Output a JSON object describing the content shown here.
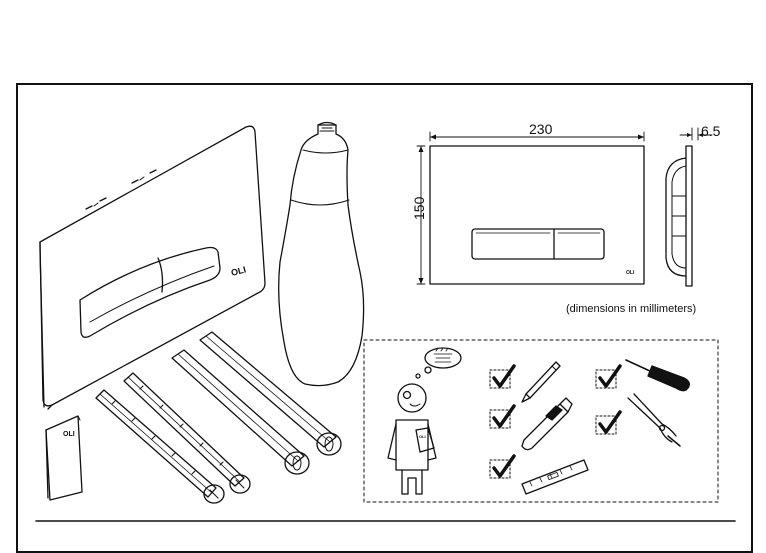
{
  "dimensions": {
    "width": "230",
    "height": "150",
    "depth": "6.5",
    "note": "(dimensions in millimeters)"
  },
  "logos": {
    "brand": "OLI"
  },
  "colors": {
    "line": "#111111",
    "background": "#ffffff"
  },
  "tools": [
    {
      "name": "pencil-icon",
      "checked": true
    },
    {
      "name": "screwdriver-icon",
      "checked": true
    },
    {
      "name": "utility-knife-icon",
      "checked": true
    },
    {
      "name": "pliers-icon",
      "checked": true
    },
    {
      "name": "spirit-level-icon",
      "checked": true
    }
  ]
}
